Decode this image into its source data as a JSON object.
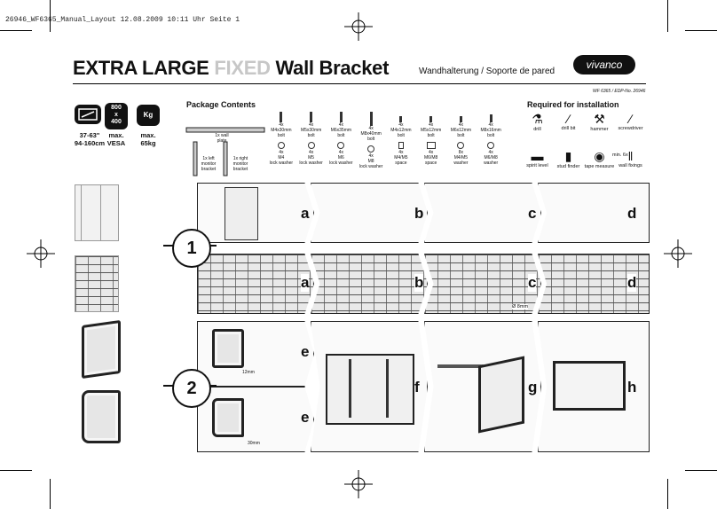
{
  "slug": "26946_WF6365_Manual_Layout  12.08.2009  10:11 Uhr  Seite 1",
  "title": {
    "part1": "EXTRA LARGE",
    "part2": "FIXED",
    "part3": "Wall Bracket",
    "subtitle": "Wandhalterung / Soporte de pared"
  },
  "brand": "vivanco",
  "model": "WF 6365 / EDP-No. 26946",
  "specs": {
    "size": "37-63\"\n94-160cm",
    "vesa_top": "800\nx\n400",
    "vesa": "max.\nVESA",
    "weight_icon": "Kg",
    "weight": "max.\n65kg"
  },
  "package": {
    "title": "Package Contents",
    "items": [
      {
        "label": "1x wall\nplate"
      },
      {
        "label": "1x left\nmonitor\nbracket"
      },
      {
        "label": "1x right\nmonitor\nbracket"
      }
    ],
    "bolts": [
      "4x\nM4x30mm\nbolt",
      "4x\nM5x30mm\nbolt",
      "4x\nM6x35mm\nbolt",
      "4x\nM8x40mm\nbolt",
      "4x\nM4x12mm\nbolt",
      "4x\nM5x12mm\nbolt",
      "4x\nM6x12mm\nbolt",
      "4x\nM8x16mm\nbolt"
    ],
    "washers": [
      "4x\nM4\nlock washer",
      "4x\nM5\nlock washer",
      "4x\nM6\nlock washer",
      "4x\nM8\nlock washer",
      "4x\nM4/M5\nspace",
      "4x\nM6/M8\nspace",
      "8x\nM4/M5\nwasher",
      "4x\nM6/M8\nwasher"
    ]
  },
  "required": {
    "title": "Required for installation",
    "tools_row1": [
      "drill",
      "drill bit",
      "hammer",
      "screwdriver"
    ],
    "tools_row2": [
      "spirit level",
      "stud finder",
      "tape measure",
      "wall fixings"
    ],
    "fixings_note": "min. 6x"
  },
  "steps": {
    "one": "1",
    "two": "2",
    "row1": [
      "a",
      "b",
      "c",
      "d"
    ],
    "row2": [
      "a",
      "b",
      "c",
      "d"
    ],
    "row3": [
      "e",
      "f",
      "g",
      "h"
    ],
    "row4": [
      "e"
    ],
    "drill_size": "Ø 8mm",
    "len12": "12mm",
    "len30": "30mm"
  }
}
